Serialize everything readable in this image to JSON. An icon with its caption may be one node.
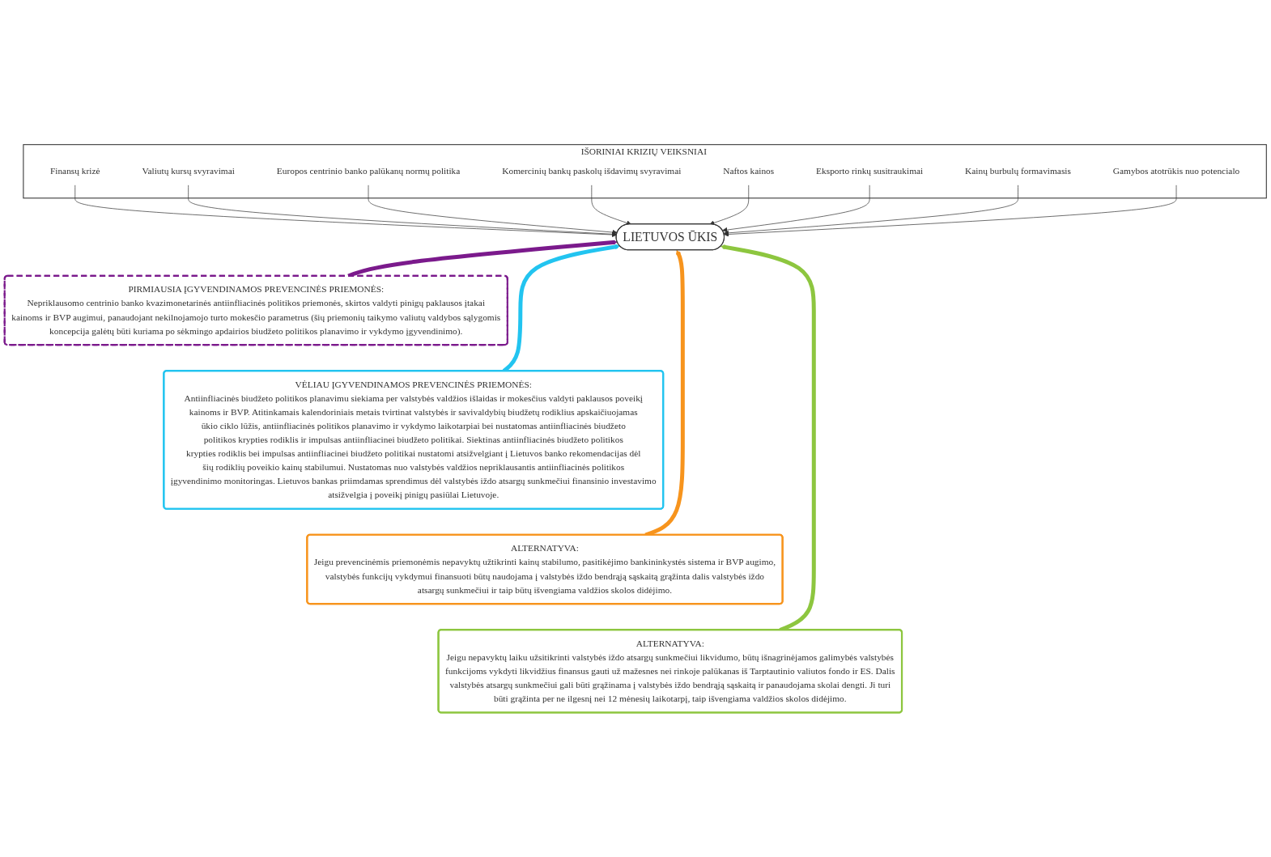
{
  "diagram": {
    "nodes": [
      {
        "text": [
          "IŠORINIAI KRIZIŲ VEIKSNIAI"
        ]
      },
      {
        "text": [
          "Finansų krizė"
        ],
        "in": 0
      },
      {
        "text": [
          "Valiutų kursų svyravimai"
        ],
        "in": 0
      },
      {
        "text": [
          "Europos centrinio banko palūkanų normų politika"
        ],
        "in": 0
      },
      {
        "text": [
          "Komercinių bankų paskolų išdavimų svyravimai"
        ],
        "in": 0
      },
      {
        "text": [
          "Naftos kainos"
        ],
        "in": 0
      },
      {
        "text": [
          "Eksporto rinkų susitraukimai"
        ],
        "in": 0
      },
      {
        "text": [
          "Kainų burbulų formavimasis"
        ],
        "in": 0
      },
      {
        "text": [
          "Gamybos atotrūkis nuo potencialo"
        ],
        "in": 0
      },
      {
        "text": [
          "LIETUVOS ŪKIS"
        ]
      },
      {
        "text": [
          "PIRMIAUSIA ĮGYVENDINAMOS PREVENCINĖS PRIEMONĖS:",
          "Nepriklausomo centrinio banko kvazimonetarinės antiinfliacinės politikos priemonės, skirtos valdyti pinigų paklausos įtakai kainoms ir BVP augimui, panaudojant nekilnojamojo turto mokesčio parametrus (šių priemonių taikymo valiutų valdybos sąlygomis koncepcija galėtų būti kuriama po sėkmingo apdairios biudžeto politikos planavimo ir vykdymo įgyvendinimo)."
        ]
      },
      {
        "text": [
          "VĖLIAU ĮGYVENDINAMOS PREVENCINĖS PRIEMONĖS:",
          "Antiinfliacinės biudžeto politikos planavimu siekiama per valstybės valdžios išlaidas ir mokesčius valdyti paklausos poveikį kainoms ir BVP. Atitinkamais kalendoriniais metais tvirtinat valstybės ir savivaldybių biudžetų rodiklius apskaičiuojamas ūkio ciklo lūžis, antiinfliacinės politikos planavimo ir vykdymo laikotarpiai bei nustatomas antiinfliacinės biudžeto politikos krypties rodiklis ir impulsas antiinfliacinei biudžeto politikai. Siektinas antiinfliacinės biudžeto politikos krypties rodiklis bei impulsas antiinfliacinei biudžeto politikai nustatomi atsižvelgiant į Lietuvos banko rekomendacijas dėl šių rodiklių poveikio kainų stabilumui. Nustatomas nuo valstybės valdžios nepriklausantis antiinfliacinės politikos įgyvendinimo monitoringas. Lietuvos bankas priimdamas sprendimus dėl valstybės iždo atsargų sunkmečiui finansinio investavimo atsižvelgia į poveikį pinigų pasiūlai Lietuvoje."
        ]
      },
      {
        "text": [
          "ALTERNATYVA:",
          "Jeigu prevencinėmis priemonėmis nepavyktų užtikrinti kainų stabilumo, pasitikėjimo bankininkystės sistema ir BVP augimo, valstybės funkcijų vykdymui finansuoti būtų naudojama į valstybės iždo bendrąją sąskaitą grąžinta dalis valstybės iždo atsargų sunkmečiui ir taip būtų išvengiama valdžios skolos didėjimo."
        ]
      },
      {
        "text": [
          "ALTERNATYVA:",
          "Jeigu nepavyktų laiku užsitikrinti valstybės iždo atsargų sunkmečiui likvidumo, būtų išnagrinėjamos galimybės valstybės funkcijoms vykdyti likvidžius finansus gauti už mažesnes nei rinkoje palūkanas iš Tarptautinio valiutos fondo ir ES. Dalis valstybės atsargų sunkmečiui gali būti grąžinama į valstybės iždo bendrąją sąskaitą ir panaudojama skolai dengti. Ji turi būti grąžinta per ne ilgesnį nei 12 mėnesių laikotarpį, taip išvengiama valdžios skolos didėjimo."
        ]
      }
    ],
    "edges": [
      {
        "from": 1,
        "to": 9,
        "arrow": "to"
      },
      {
        "from": 2,
        "to": 9,
        "arrow": "to"
      },
      {
        "from": 3,
        "to": 9,
        "arrow": "to"
      },
      {
        "from": 4,
        "to": 9,
        "arrow": "to"
      },
      {
        "from": 5,
        "to": 9,
        "arrow": "to"
      },
      {
        "from": 6,
        "to": 9,
        "arrow": "to"
      },
      {
        "from": 7,
        "to": 9,
        "arrow": "to"
      },
      {
        "from": 8,
        "to": 9,
        "arrow": "to"
      },
      {
        "from": 10,
        "to": 9,
        "arrow": "to",
        "style": "thick",
        "color": "#7b1a8c"
      },
      {
        "from": 11,
        "to": 9,
        "arrow": "to",
        "style": "thick",
        "color": "#22c4f0"
      },
      {
        "from": 12,
        "to": 9,
        "arrow": "to",
        "style": "thick",
        "color": "#f7941d"
      },
      {
        "from": 13,
        "to": 9,
        "arrow": "to",
        "style": "thick",
        "color": "#8dc63f"
      }
    ]
  }
}
